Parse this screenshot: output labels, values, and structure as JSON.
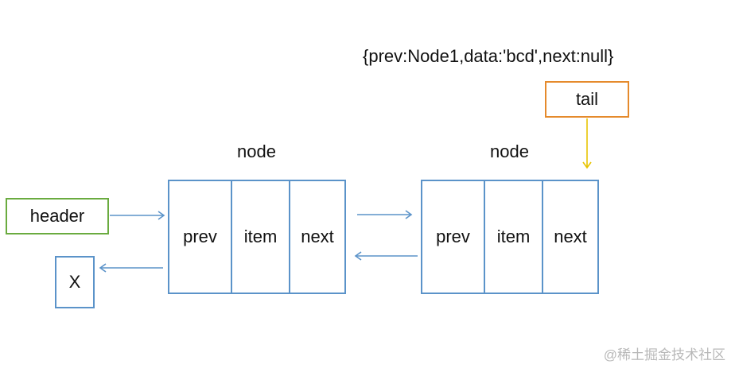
{
  "tail_value_text": "{prev:Node1,data:'bcd',next:null}",
  "pointers": {
    "header": "header",
    "tail": "tail",
    "null_marker": "X"
  },
  "nodes": [
    {
      "title": "node",
      "cells": [
        "prev",
        "item",
        "next"
      ]
    },
    {
      "title": "node",
      "cells": [
        "prev",
        "item",
        "next"
      ]
    }
  ],
  "colors": {
    "node_border": "#5b93c9",
    "arrow": "#5b93c9",
    "header_border": "#6aab3f",
    "tail_border": "#e58a2c",
    "tail_arrow": "#e8c400"
  },
  "watermark": "@稀土掘金技术社区"
}
